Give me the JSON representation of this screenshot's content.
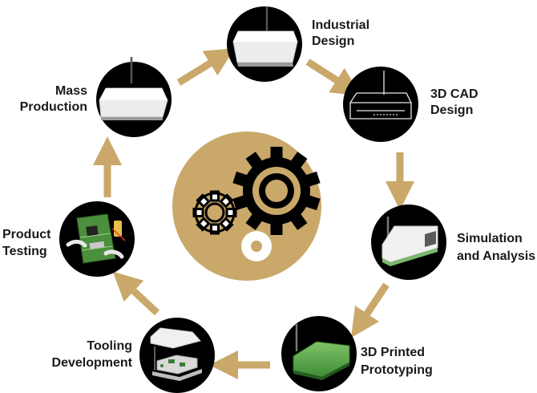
{
  "stages": [
    {
      "id": "industrial-design",
      "lines": [
        "Industrial",
        "Design"
      ],
      "icon": "white-router-icon"
    },
    {
      "id": "3d-cad-design",
      "lines": [
        "3D CAD",
        "Design"
      ],
      "icon": "wireframe-router-icon"
    },
    {
      "id": "simulation-analysis",
      "lines": [
        "Simulation",
        "and Analysis"
      ],
      "icon": "white-green-router-icon"
    },
    {
      "id": "3d-printed-prototyping",
      "lines": [
        "3D Printed",
        "Prototyping"
      ],
      "icon": "green-router-icon"
    },
    {
      "id": "tooling-development",
      "lines": [
        "Tooling",
        "Development"
      ],
      "icon": "exploded-router-icon"
    },
    {
      "id": "product-testing",
      "lines": [
        "Product",
        "Testing"
      ],
      "icon": "circuit-board-icon"
    },
    {
      "id": "mass-production",
      "lines": [
        "Mass",
        "Production"
      ],
      "icon": "white-router-icon"
    }
  ],
  "center_icon": "gears-icon",
  "colors": {
    "gold": "#c9a86a",
    "arrow": "#c9a86a",
    "circle": "#000000",
    "gear_dark": "#000000",
    "gear_light": "#ffffff"
  }
}
